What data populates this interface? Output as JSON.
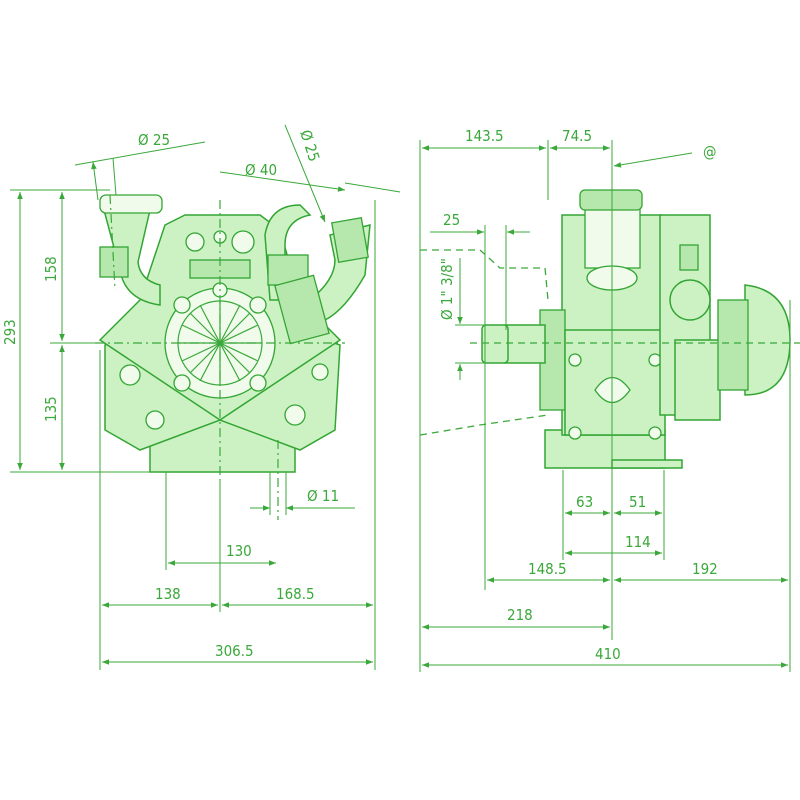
{
  "colors": {
    "line": "#3aa83a",
    "fill": "#ccf2c4"
  },
  "front_view": {
    "inlet_left_diameter": "Ø 25",
    "body_diameter": "Ø 40",
    "inlet_right_diameter": "Ø 25",
    "height_total": "293",
    "height_upper": "158",
    "height_lower": "135",
    "hole_diameter": "Ø 11",
    "mount_spacing": "130",
    "width_left": "138",
    "width_right": "168.5",
    "width_total": "306.5"
  },
  "side_view": {
    "offset_left": "143.5",
    "offset_center": "74.5",
    "note_symbol": "@",
    "shaft_length": "25",
    "shaft_diameter": "Ø 1\" 3/8\"",
    "mount_left": "63",
    "mount_right": "51",
    "mount_spacing": "114",
    "depth_left": "148.5",
    "depth_right": "192",
    "depth_to_center": "218",
    "depth_total": "410"
  }
}
